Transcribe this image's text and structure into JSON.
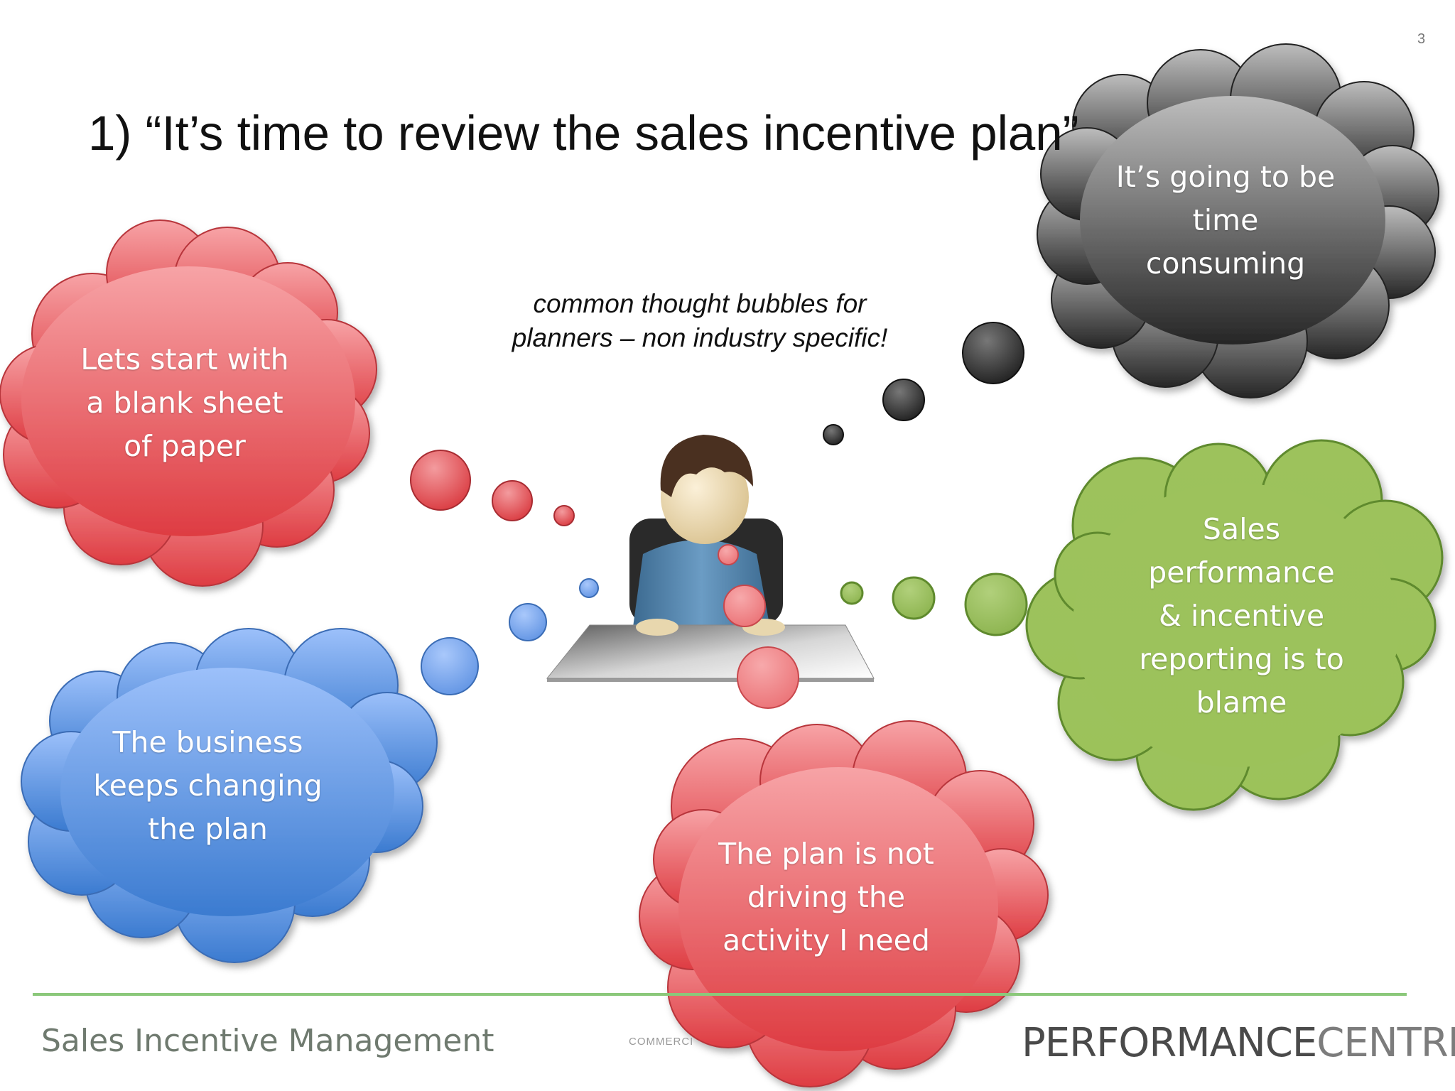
{
  "slide": {
    "page_number": "3",
    "title": "1) “It’s time to review the sales incentive plan”",
    "caption_line1": "common thought bubbles for",
    "caption_line2": "planners – non industry specific!"
  },
  "bubbles": {
    "blank_sheet": [
      "Lets start with",
      "a blank sheet",
      "of paper"
    ],
    "time_consuming": [
      "It’s going to be",
      "time",
      "consuming"
    ],
    "reporting": [
      "Sales",
      "performance",
      "& incentive",
      "reporting is to",
      "blame"
    ],
    "business_changing": [
      "The business",
      "keeps changing",
      "the plan"
    ],
    "not_driving": [
      "The plan is not",
      "driving the",
      "activity I need"
    ]
  },
  "footer": {
    "left_label": "Sales Incentive Management",
    "middle_label": "COMMERCI",
    "brand_part1": "PERFORMANCE",
    "brand_part2": "CENTRE",
    "brand_mark": "®"
  },
  "colors": {
    "red": "#e0474c",
    "gray": "#6a6a6a",
    "green": "#97b85a",
    "blue": "#5a8ee0",
    "footer_line": "#8bc87a"
  },
  "icons": {
    "person": "person-at-desk-icon"
  }
}
